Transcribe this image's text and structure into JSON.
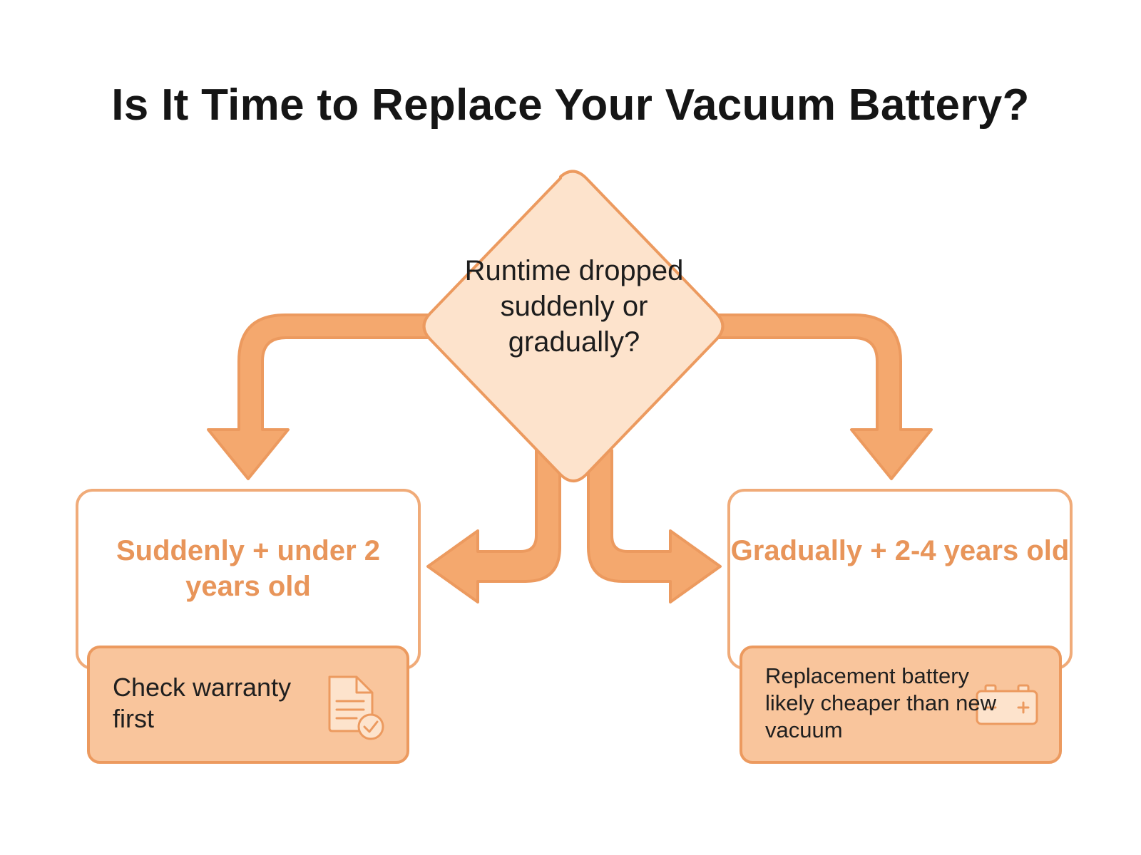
{
  "title": "Is It Time to Replace Your Vacuum Battery?",
  "decision": {
    "question": "Runtime dropped suddenly or gradually?"
  },
  "branches": [
    {
      "outcome": "Suddenly + under 2 years old",
      "action": "Check warranty first",
      "icon": "document-check-icon"
    },
    {
      "outcome": "Gradually + 2-4 years old",
      "action": "Replacement battery likely cheaper than new vacuum",
      "icon": "battery-icon"
    }
  ],
  "colors": {
    "accent": "#f3a36a",
    "stroke": "#ec9a5f",
    "diamond_fill": "#fde3cc",
    "action_fill": "#f9c59c",
    "outcome_text": "#e8955a",
    "title_text": "#151515"
  }
}
